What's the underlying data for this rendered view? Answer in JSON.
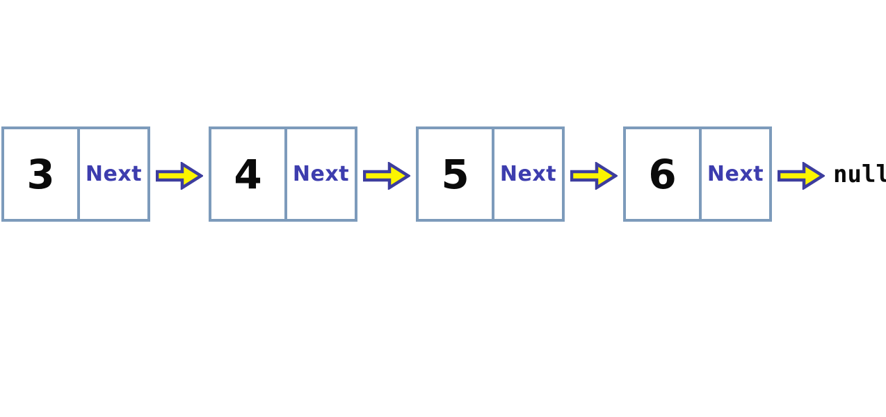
{
  "diagram": {
    "type": "singly-linked-list",
    "pointer_label": "Next",
    "terminator": "null",
    "nodes": [
      {
        "value": "3",
        "pointer": "Next"
      },
      {
        "value": "4",
        "pointer": "Next"
      },
      {
        "value": "5",
        "pointer": "Next"
      },
      {
        "value": "6",
        "pointer": "Next"
      }
    ]
  },
  "colors": {
    "background": "#ffffff",
    "box_border": "#7d9bbb",
    "value_text": "#0a0a0a",
    "pointer_text": "#3d3dae",
    "arrow_fill": "#fcf500",
    "arrow_outline": "#3d3d9e"
  }
}
